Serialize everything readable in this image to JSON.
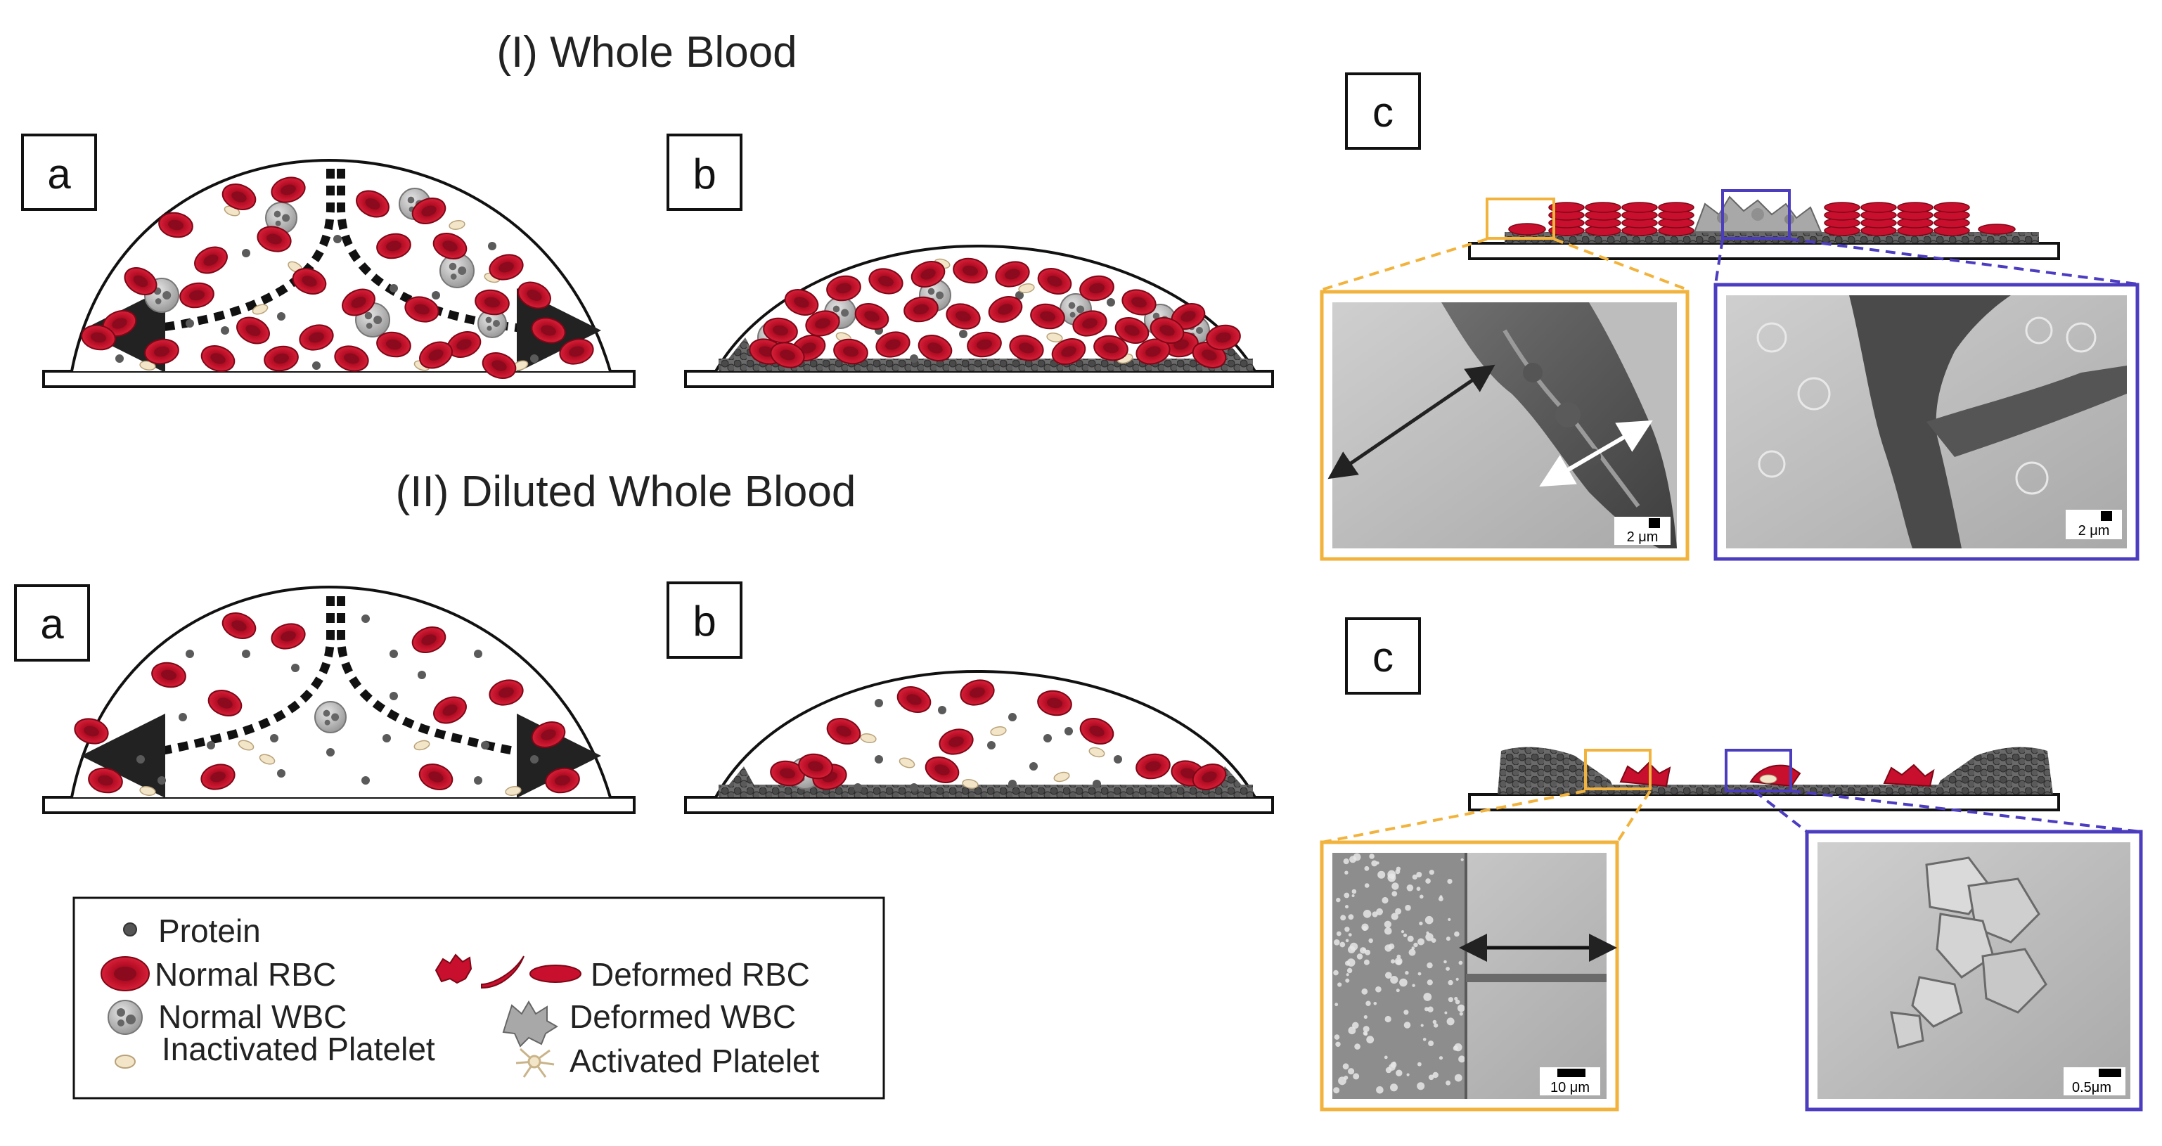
{
  "titles": {
    "whole_blood": "(I) Whole Blood",
    "diluted_blood": "(II) Diluted Whole Blood"
  },
  "panel_labels": {
    "a": "a",
    "b": "b",
    "c": "c"
  },
  "scale_bars": {
    "wb_orange": "2 μm",
    "wb_blue": "2 μm",
    "dil_orange": "10 μm",
    "dil_blue": "0.5μm"
  },
  "legend": {
    "protein": "Protein",
    "normal_rbc": "Normal RBC",
    "deformed_rbc": "Deformed RBC",
    "normal_wbc": "Normal WBC",
    "deformed_wbc": "Deformed WBC",
    "inactivated_platelet": "Inactivated Platelet",
    "activated_platelet": "Activated Platelet"
  },
  "colors": {
    "rbc": "#c8102e",
    "rbc_dark": "#8b0a1e",
    "wbc": "#b5b5b5",
    "protein": "#555555",
    "platelet": "#f3e6c8",
    "orange_frame": "#f2b33d",
    "blue_frame": "#4b3cc0"
  }
}
